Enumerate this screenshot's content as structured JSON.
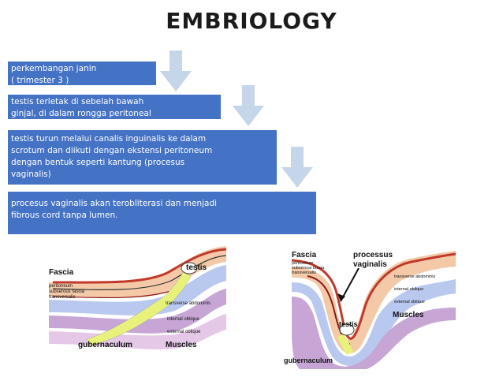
{
  "title": "EMBRIOLOGY",
  "steps": [
    {
      "lines": [
        "perkembangan janin",
        "( trimester 3 )"
      ]
    },
    {
      "lines": [
        "testis terletak di sebelah bawah",
        "ginjal, di dalam rongga peritoneal"
      ]
    },
    {
      "lines": [
        "testis turun melalui canalis inguinalis ke dalam",
        "scrotum dan diikuti dengan ekstensi peritoneum",
        "dengan bentuk seperti kantung (procesus",
        "vaginalis)"
      ]
    },
    {
      "lines": [
        "procesus vaginalis akan terobliterasi dan menjadi",
        "fibrous cord tanpa lumen."
      ]
    }
  ],
  "colors": {
    "box": "#4472c4",
    "arrow": "#c5d5ea"
  },
  "diagram_left": {
    "fascia": "Fascia",
    "peritoneum": "peritoneum",
    "subserous": "subserous fascia",
    "transversalis": "transversalis",
    "testis": "testis",
    "transverse": "transverse abdominis",
    "internal": "internal oblique",
    "external": "external oblique",
    "gubernaculum": "gubernaculum",
    "muscles": "Muscles"
  },
  "diagram_right": {
    "fascia": "Fascia",
    "peritoneum": "peritoneum",
    "subserous": "subserous fascia",
    "transversalis": "transversalis",
    "processus": "processus",
    "vaginalis": "vaginalis",
    "transverse": "transverse abdominis",
    "internal": "internal oblique",
    "external": "external oblique",
    "muscles": "Muscles",
    "testis": "testis",
    "gubernaculum": "gubernaculum"
  }
}
